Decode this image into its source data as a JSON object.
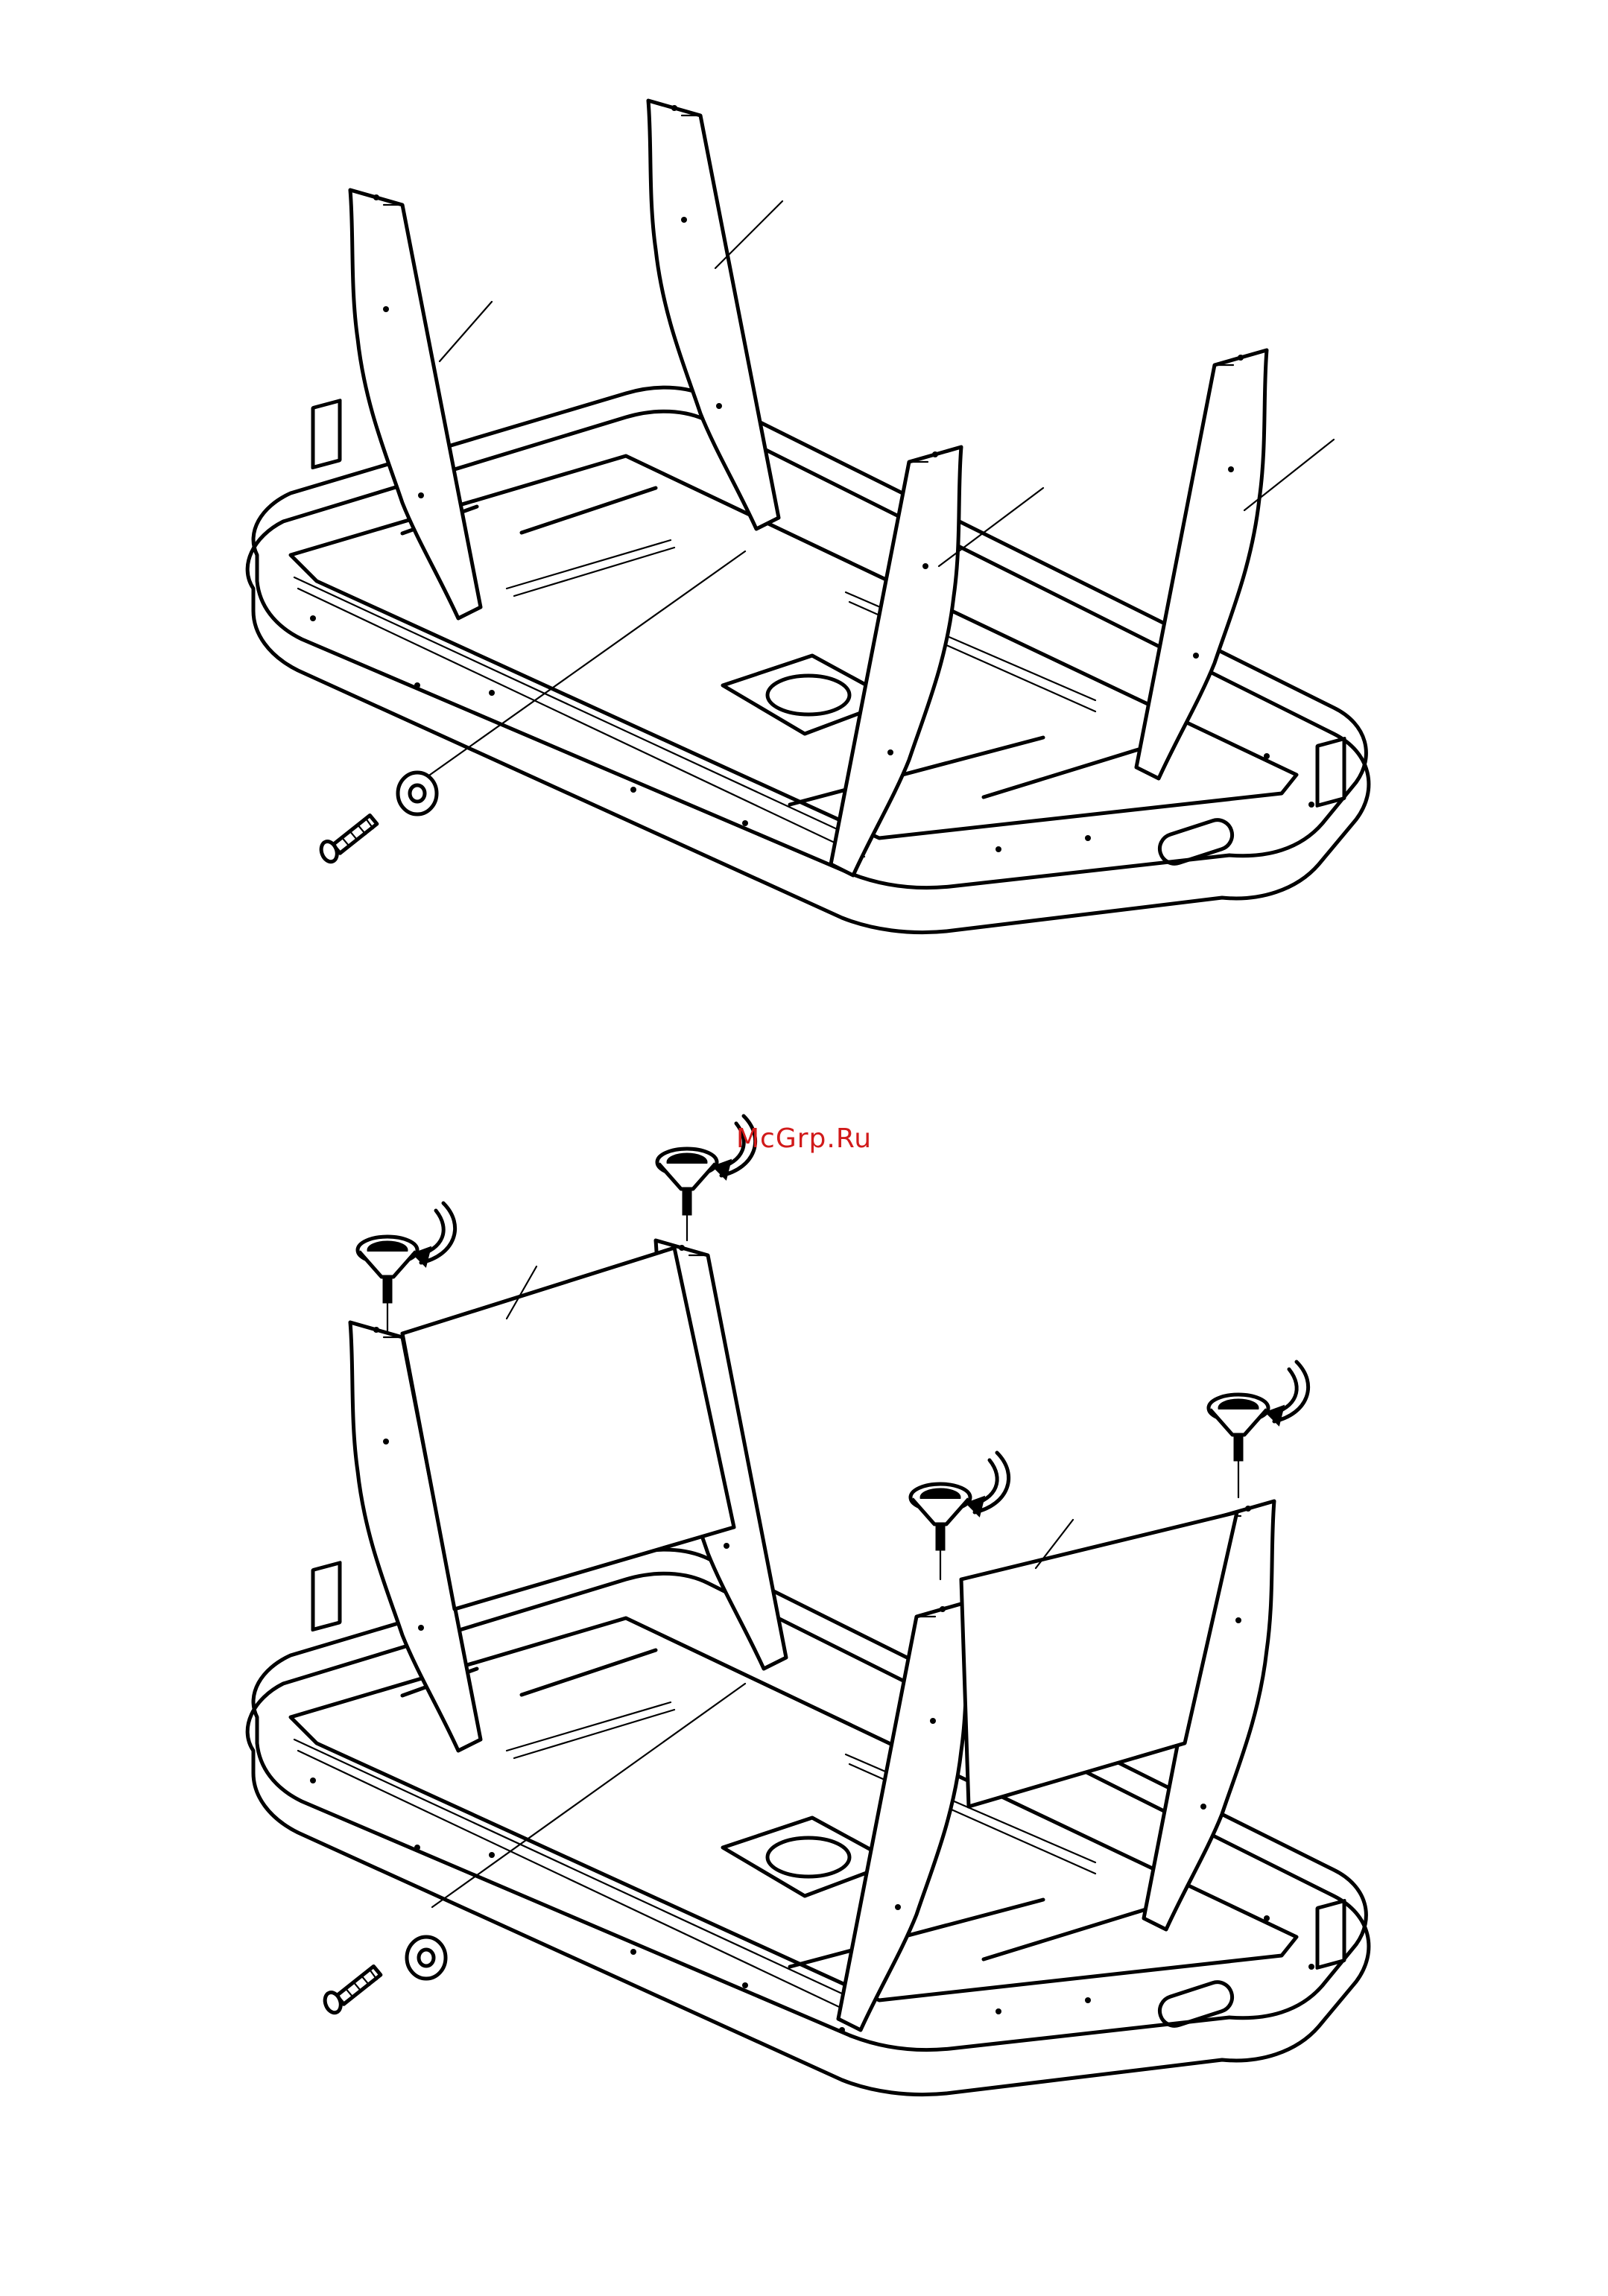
{
  "watermark": {
    "text": "McGrp.Ru",
    "color": "#d11a1a"
  },
  "steps": [
    {
      "name": "step-attach-legs",
      "parts": [
        "tabletop-frame",
        "leg",
        "leg",
        "leg",
        "leg",
        "bolt",
        "washer"
      ]
    },
    {
      "name": "step-attach-side-panels-and-feet",
      "parts": [
        "tabletop-frame",
        "leg",
        "leg",
        "leg",
        "leg",
        "side-panel",
        "side-panel",
        "adjustable-foot",
        "adjustable-foot",
        "adjustable-foot",
        "adjustable-foot",
        "bolt",
        "washer"
      ]
    }
  ],
  "icons": [
    "rotate-arrow-icon",
    "bolt-icon",
    "washer-icon",
    "adjustable-foot-icon"
  ]
}
